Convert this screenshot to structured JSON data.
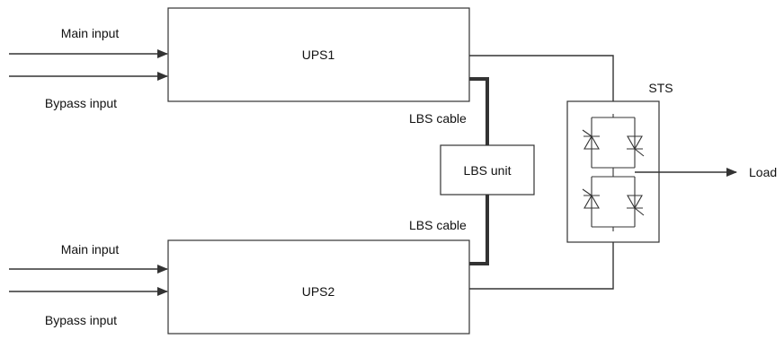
{
  "ups1": {
    "name": "UPS1",
    "main_input_label": "Main input",
    "bypass_input_label": "Bypass input"
  },
  "ups2": {
    "name": "UPS2",
    "main_input_label": "Main input",
    "bypass_input_label": "Bypass input"
  },
  "lbs": {
    "unit_label": "LBS unit",
    "cable_top_label": "LBS cable",
    "cable_bottom_label": "LBS cable"
  },
  "sts": {
    "label": "STS"
  },
  "output": {
    "label": "Load"
  },
  "colors": {
    "line": "#333333",
    "text": "#111111",
    "background": "#ffffff"
  },
  "icons": [
    "arrow-icon",
    "thyristor-icon"
  ]
}
